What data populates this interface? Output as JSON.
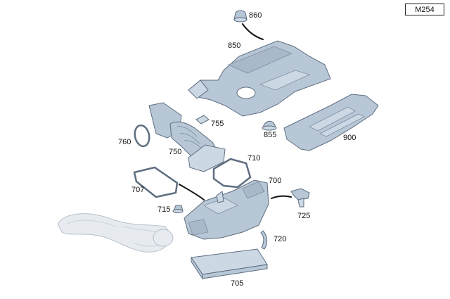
{
  "diagram": {
    "model_code": "M254",
    "palette": {
      "part_fill": "#b8c7d6",
      "part_fill_light": "#ccd8e4",
      "part_stroke": "#5e6e80",
      "ghost_fill": "#e7ebf0",
      "ghost_stroke": "#b7c0ca",
      "leader": "#111111"
    },
    "parts": [
      {
        "id": "860",
        "label": "860",
        "icon": "grommet-icon"
      },
      {
        "id": "850",
        "label": "850",
        "icon": "engine-cover-icon"
      },
      {
        "id": "855",
        "label": "855",
        "icon": "rubber-bump-stop-icon"
      },
      {
        "id": "900",
        "label": "900",
        "icon": "cover-panel-icon"
      },
      {
        "id": "755",
        "label": "755",
        "icon": "clip-icon"
      },
      {
        "id": "760",
        "label": "760",
        "icon": "o-ring-seal-icon"
      },
      {
        "id": "750",
        "label": "750",
        "icon": "intake-duct-icon"
      },
      {
        "id": "710",
        "label": "710",
        "icon": "gasket-icon"
      },
      {
        "id": "707",
        "label": "707",
        "icon": "gasket-icon"
      },
      {
        "id": "700",
        "label": "700",
        "icon": "air-filter-housing-icon"
      },
      {
        "id": "725",
        "label": "725",
        "icon": "sensor-icon"
      },
      {
        "id": "715",
        "label": "715",
        "icon": "grommet-icon"
      },
      {
        "id": "720",
        "label": "720",
        "icon": "clip-icon"
      },
      {
        "id": "705",
        "label": "705",
        "icon": "air-filter-element-icon"
      }
    ]
  }
}
